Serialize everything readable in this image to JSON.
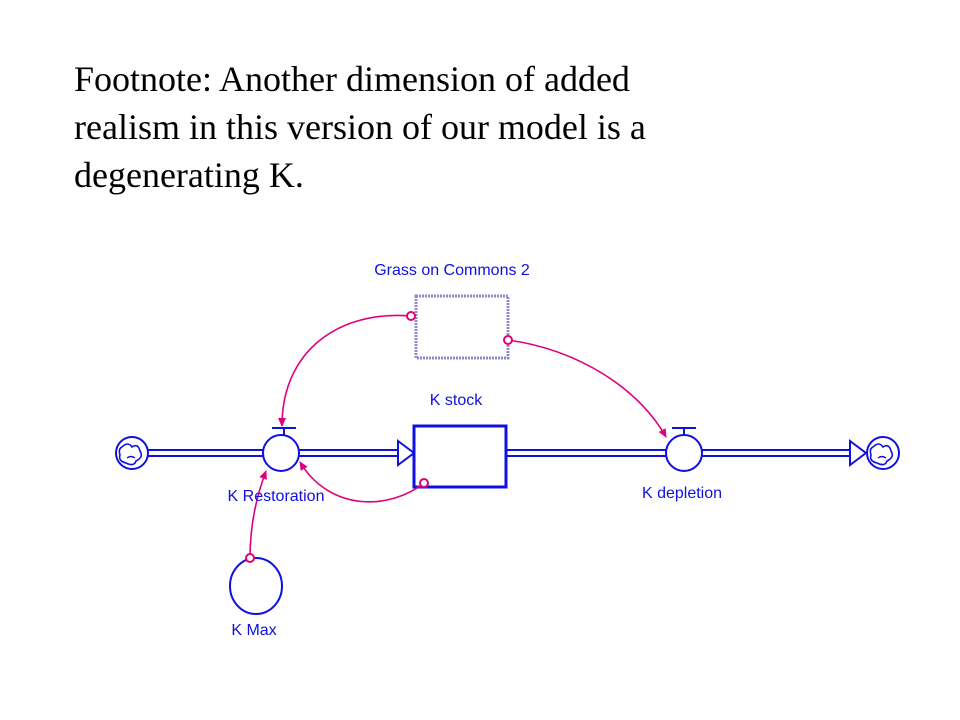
{
  "footnote": {
    "lines": [
      "Footnote: Another dimension of added",
      "realism in this version of our model is a",
      "degenerating K."
    ]
  },
  "diagram": {
    "stocks": {
      "k_stock": "K stock",
      "grass": "Grass on Commons 2"
    },
    "flows": {
      "restoration": "K Restoration",
      "depletion": "K depletion"
    },
    "auxiliaries": {
      "k_max": "K Max"
    },
    "colors": {
      "structure": "#1010e0",
      "link": "#e0007a",
      "ghost_stock": "#8c8ccc",
      "text": "#000000"
    },
    "icons": [
      "cloud-source-icon",
      "cloud-sink-icon",
      "flow-valve-icon",
      "arrowhead-icon"
    ]
  }
}
